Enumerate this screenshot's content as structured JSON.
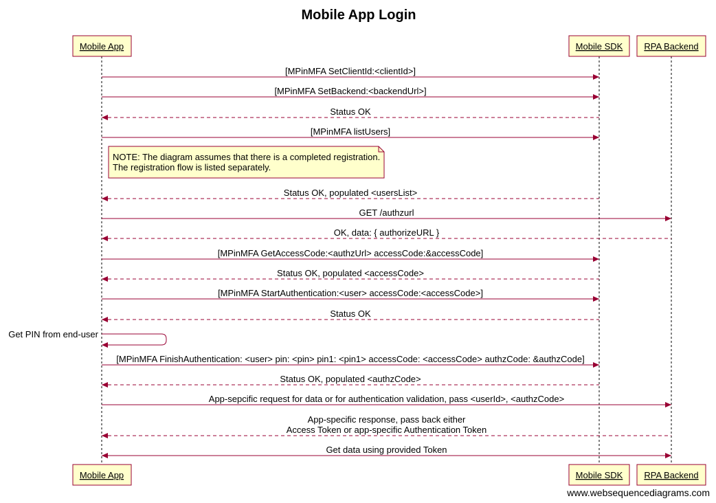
{
  "title": "Mobile App Login",
  "participants": [
    {
      "id": "app",
      "label": "Mobile App"
    },
    {
      "id": "sdk",
      "label": "Mobile SDK"
    },
    {
      "id": "rpa",
      "label": "RPA Backend"
    }
  ],
  "note": {
    "lines": [
      "NOTE: The diagram assumes that there is a completed registration.",
      "The registration flow is listed separately."
    ]
  },
  "messages": [
    {
      "from": "app",
      "to": "sdk",
      "style": "solid",
      "lines": [
        "[MPinMFA SetClientId:<clientId>]"
      ]
    },
    {
      "from": "app",
      "to": "sdk",
      "style": "solid",
      "lines": [
        "[MPinMFA SetBackend:<backendUrl>]"
      ]
    },
    {
      "from": "sdk",
      "to": "app",
      "style": "dashed",
      "lines": [
        "Status OK"
      ]
    },
    {
      "from": "app",
      "to": "sdk",
      "style": "solid",
      "lines": [
        "[MPinMFA listUsers]"
      ]
    },
    {
      "from": "sdk",
      "to": "app",
      "style": "dashed",
      "lines": [
        "Status OK, populated <usersList>"
      ]
    },
    {
      "from": "app",
      "to": "rpa",
      "style": "solid",
      "lines": [
        "GET /authzurl"
      ]
    },
    {
      "from": "rpa",
      "to": "app",
      "style": "dashed",
      "lines": [
        "OK, data: { authorizeURL }"
      ]
    },
    {
      "from": "app",
      "to": "sdk",
      "style": "solid",
      "lines": [
        "[MPinMFA GetAccessCode:<authzUrl> accessCode:&accessCode]"
      ]
    },
    {
      "from": "sdk",
      "to": "app",
      "style": "dashed",
      "lines": [
        "Status OK, populated <accessCode>"
      ]
    },
    {
      "from": "app",
      "to": "sdk",
      "style": "solid",
      "lines": [
        "[MPinMFA StartAuthentication:<user> accessCode:<accessCode>]"
      ]
    },
    {
      "from": "sdk",
      "to": "app",
      "style": "dashed",
      "lines": [
        "Status OK"
      ]
    },
    {
      "from": "app",
      "to": "app",
      "style": "self",
      "lines": [
        "Get PIN from end-user"
      ]
    },
    {
      "from": "app",
      "to": "sdk",
      "style": "solid",
      "lines": [
        "[MPinMFA FinishAuthentication: <user> pin: <pin> pin1: <pin1> accessCode: <accessCode> authzCode: &authzCode]"
      ]
    },
    {
      "from": "sdk",
      "to": "app",
      "style": "dashed",
      "lines": [
        "Status OK, populated <authzCode>"
      ]
    },
    {
      "from": "app",
      "to": "rpa",
      "style": "solid",
      "lines": [
        "App-sepcific request for data or for authentication validation, pass <userId>, <authzCode>"
      ]
    },
    {
      "from": "rpa",
      "to": "app",
      "style": "dashed",
      "lines": [
        "App-specific response, pass back either",
        "Access Token or app-specific Authentication Token"
      ]
    },
    {
      "from": "app",
      "to": "rpa",
      "style": "both",
      "lines": [
        "Get data using provided Token"
      ]
    }
  ],
  "watermark": "www.websequencediagrams.com"
}
